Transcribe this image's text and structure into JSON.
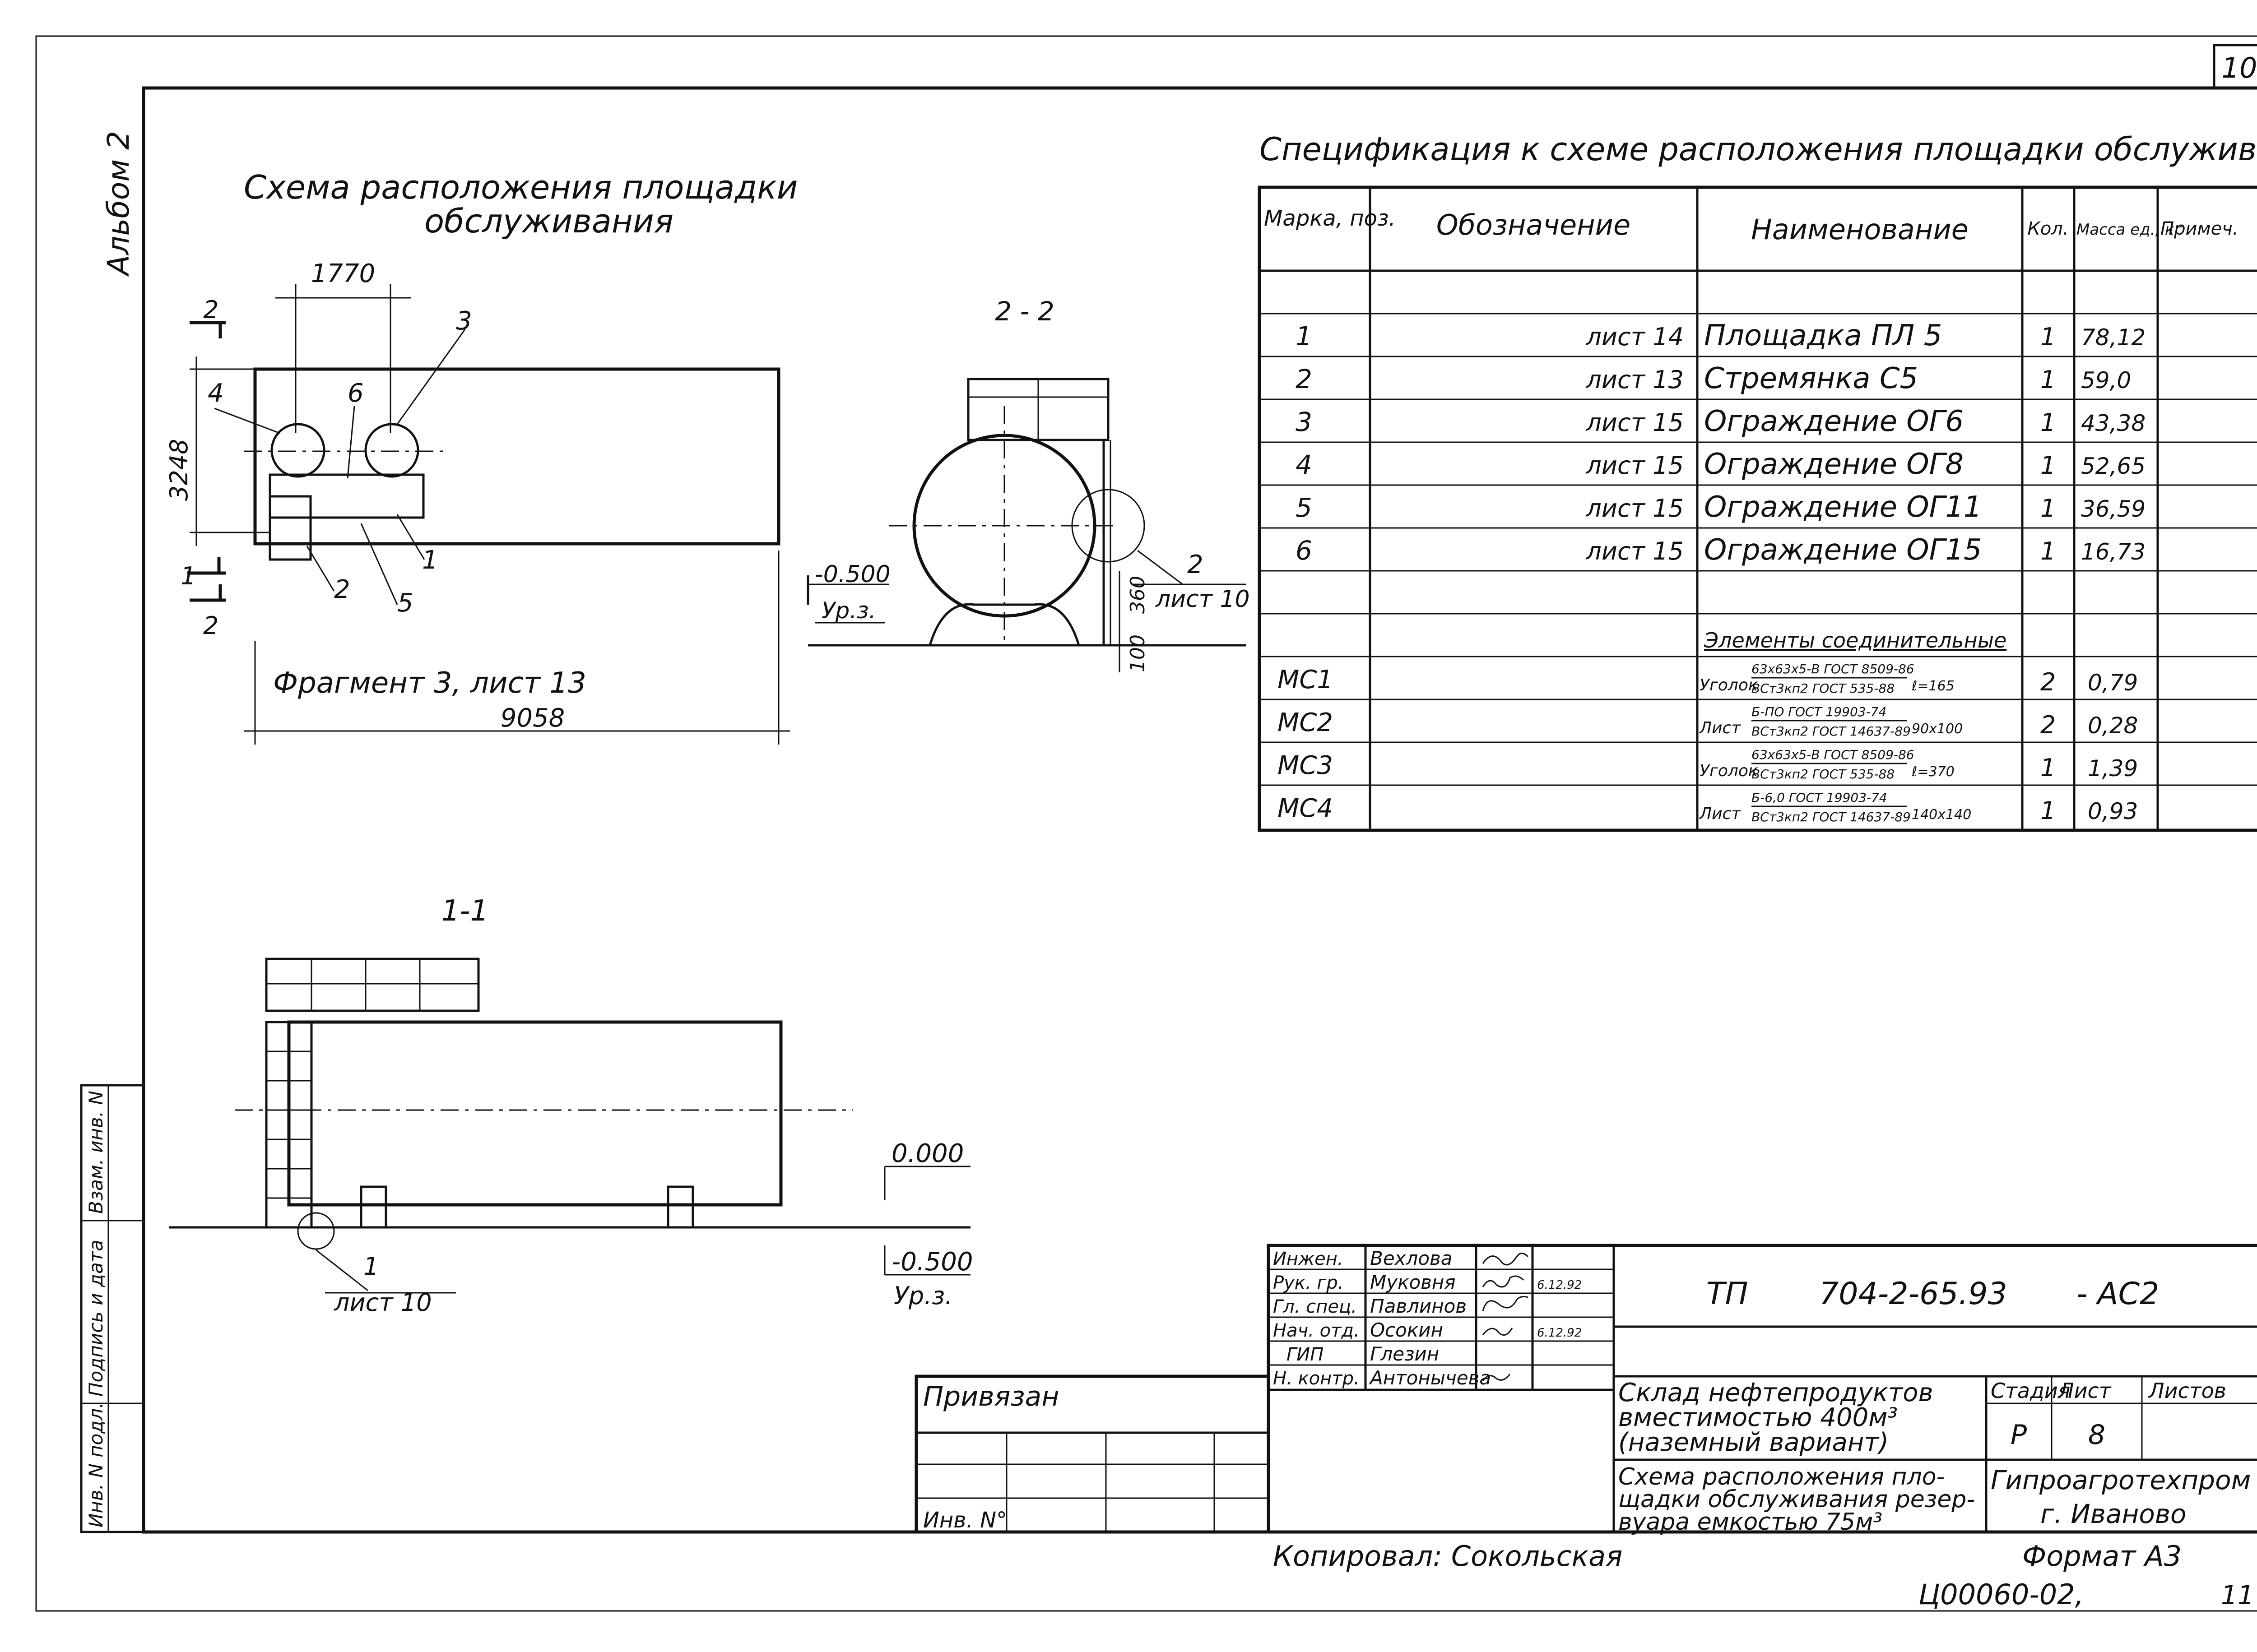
{
  "sheet": {
    "page_number": "10",
    "album": "Альбом 2",
    "copied_by": "Копировал: Сокольская",
    "format": "Формат А3",
    "archive_code": "Ц00060-02,",
    "archive_sheet": "11"
  },
  "plan": {
    "title_line1": "Схема расположения площадки",
    "title_line2": "обслуживания",
    "dim_width": "1770",
    "dim_height": "3248",
    "dim_length": "9058",
    "fragment_ref": "Фрагмент 3, лист 13",
    "callouts": [
      "1",
      "2",
      "3",
      "4",
      "5",
      "6"
    ],
    "section_marks": [
      "2",
      "1",
      "1",
      "2"
    ]
  },
  "section_22": {
    "title": "2 - 2",
    "level": "-0.500",
    "level_label": "Ур.з.",
    "ref_number": "2",
    "ref_sheet": "лист 10",
    "dim_360": "360",
    "dim_100": "100"
  },
  "section_11": {
    "title": "1-1",
    "level_zero": "0.000",
    "level_ground": "-0.500",
    "level_label": "Ур.з.",
    "ref_number": "1",
    "ref_sheet": "лист 10"
  },
  "spec": {
    "title": "Спецификация к схеме расположения площадки обслуживания",
    "headers": [
      "Марка, поз.",
      "Обозначение",
      "Наименование",
      "Кол.",
      "Масса ед., кг",
      "Примеч."
    ],
    "rows": [
      {
        "pos": "1",
        "doc": "лист 14",
        "name": "Площадка ПЛ 5",
        "qty": "1",
        "mass": "78,12"
      },
      {
        "pos": "2",
        "doc": "лист 13",
        "name": "Стремянка С5",
        "qty": "1",
        "mass": "59,0"
      },
      {
        "pos": "3",
        "doc": "лист 15",
        "name": "Ограждение ОГ6",
        "qty": "1",
        "mass": "43,38"
      },
      {
        "pos": "4",
        "doc": "лист 15",
        "name": "Ограждение ОГ8",
        "qty": "1",
        "mass": "52,65"
      },
      {
        "pos": "5",
        "doc": "лист 15",
        "name": "Ограждение ОГ11",
        "qty": "1",
        "mass": "36,59"
      },
      {
        "pos": "6",
        "doc": "лист 15",
        "name": "Ограждение ОГ15",
        "qty": "1",
        "mass": "16,73"
      }
    ],
    "section_title": "Элементы соединительные",
    "elements": [
      {
        "pos": "МС1",
        "kind": "Уголок",
        "num": "63х63х5-В ГОСТ 8509-86",
        "den": "ВСт3кп2 ГОСТ 535-88",
        "size": "ℓ=165",
        "qty": "2",
        "mass": "0,79"
      },
      {
        "pos": "МС2",
        "kind": "Лист",
        "num": "Б-ПО ГОСТ 19903-74",
        "den": "ВСт3кп2 ГОСТ 14637-89",
        "size": "90х100",
        "qty": "2",
        "mass": "0,28"
      },
      {
        "pos": "МС3",
        "kind": "Уголок",
        "num": "63х63х5-В ГОСТ 8509-86",
        "den": "ВСт3кп2 ГОСТ 535-88",
        "size": "ℓ=370",
        "qty": "1",
        "mass": "1,39"
      },
      {
        "pos": "МС4",
        "kind": "Лист",
        "num": "Б-6,0 ГОСТ 19903-74",
        "den": "ВСт3кп2 ГОСТ 14637-89",
        "size": "140х140",
        "qty": "1",
        "mass": "0,93"
      }
    ]
  },
  "side_stamp": [
    "Инв. N подл.",
    "Подпись и дата",
    "Взам. инв. N"
  ],
  "tie": {
    "label": "Привязан",
    "inv": "Инв. N°"
  },
  "title_block": {
    "people": [
      {
        "role": "Инжен.",
        "name": "Вехлова",
        "sign": "",
        "date": ""
      },
      {
        "role": "Рук. гр.",
        "name": "Муковня",
        "sign": "",
        "date": "6.12.92"
      },
      {
        "role": "Гл. спец.",
        "name": "Павлинов",
        "sign": "",
        "date": ""
      },
      {
        "role": "Нач. отд.",
        "name": "Осокин",
        "sign": "",
        "date": "6.12.92"
      },
      {
        "role": "ГИП",
        "name": "Глезин",
        "sign": "",
        "date": ""
      },
      {
        "role": "Н. контр.",
        "name": "Антонычева",
        "sign": "",
        "date": ""
      }
    ],
    "code_left": "ТП",
    "code_mid": "704-2-65.93",
    "code_right": "- АС2",
    "object_line1": "Склад нефтепродуктов",
    "object_line2": "вместимостью 400м³",
    "object_line3": "(наземный вариант)",
    "sheet_title_line1": "Схема расположения пло-",
    "sheet_title_line2": "щадки обслуживания резер-",
    "sheet_title_line3": "вуара емкостью 75м³",
    "stage_label": "Стадия",
    "sheet_label": "Лист",
    "sheets_label": "Листов",
    "stage": "Р",
    "sheet": "8",
    "sheets": "",
    "org_line1": "Гипроагротехпром",
    "org_line2": "г. Иваново"
  }
}
